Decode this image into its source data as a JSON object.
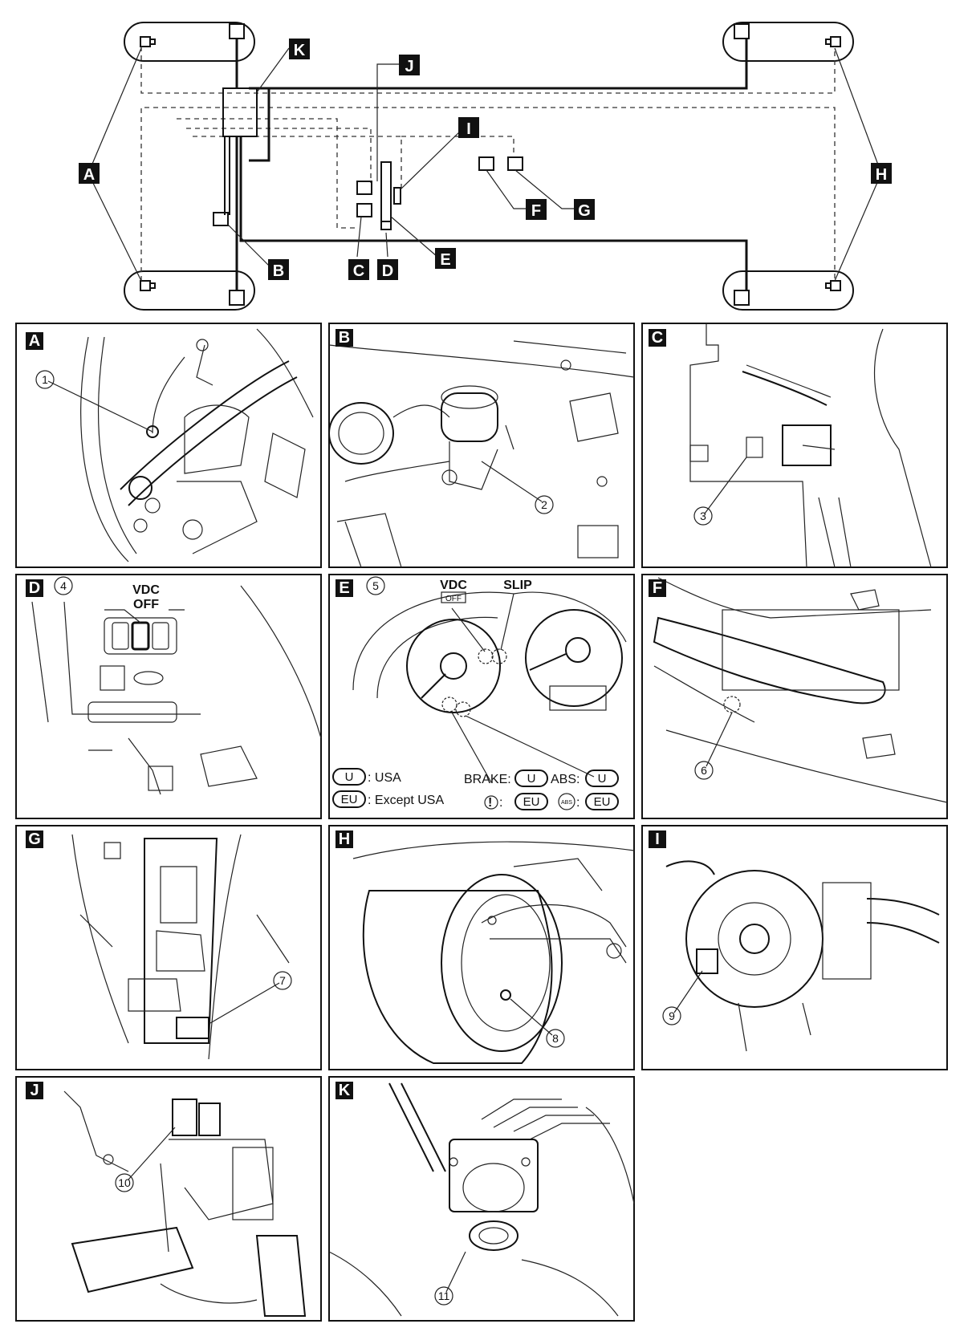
{
  "overview": {
    "callouts": [
      "A",
      "B",
      "C",
      "D",
      "E",
      "F",
      "G",
      "H",
      "I",
      "J",
      "K"
    ]
  },
  "panels": [
    {
      "letter": "A",
      "number": "1"
    },
    {
      "letter": "B",
      "number": "2"
    },
    {
      "letter": "C",
      "number": "3"
    },
    {
      "letter": "D",
      "number": "4",
      "labels": {
        "vdc": "VDC",
        "off": "OFF"
      }
    },
    {
      "letter": "E",
      "number": "5",
      "labels": {
        "vdc": "VDC",
        "vdc_off": "OFF",
        "slip": "SLIP"
      }
    },
    {
      "letter": "F",
      "number": "6"
    },
    {
      "letter": "G",
      "number": "7"
    },
    {
      "letter": "H",
      "number": "8"
    },
    {
      "letter": "I",
      "number": "9"
    },
    {
      "letter": "J",
      "number": "10"
    },
    {
      "letter": "K",
      "number": "11"
    }
  ],
  "legend": {
    "u_symbol": "U",
    "u_text": ": USA",
    "eu_symbol": "EU",
    "eu_text": ": Except USA",
    "brake_label": "BRAKE:",
    "abs_label": "ABS:",
    "warn_symbol": "!",
    "abs_symbol": "ABS",
    "colon": ":"
  }
}
